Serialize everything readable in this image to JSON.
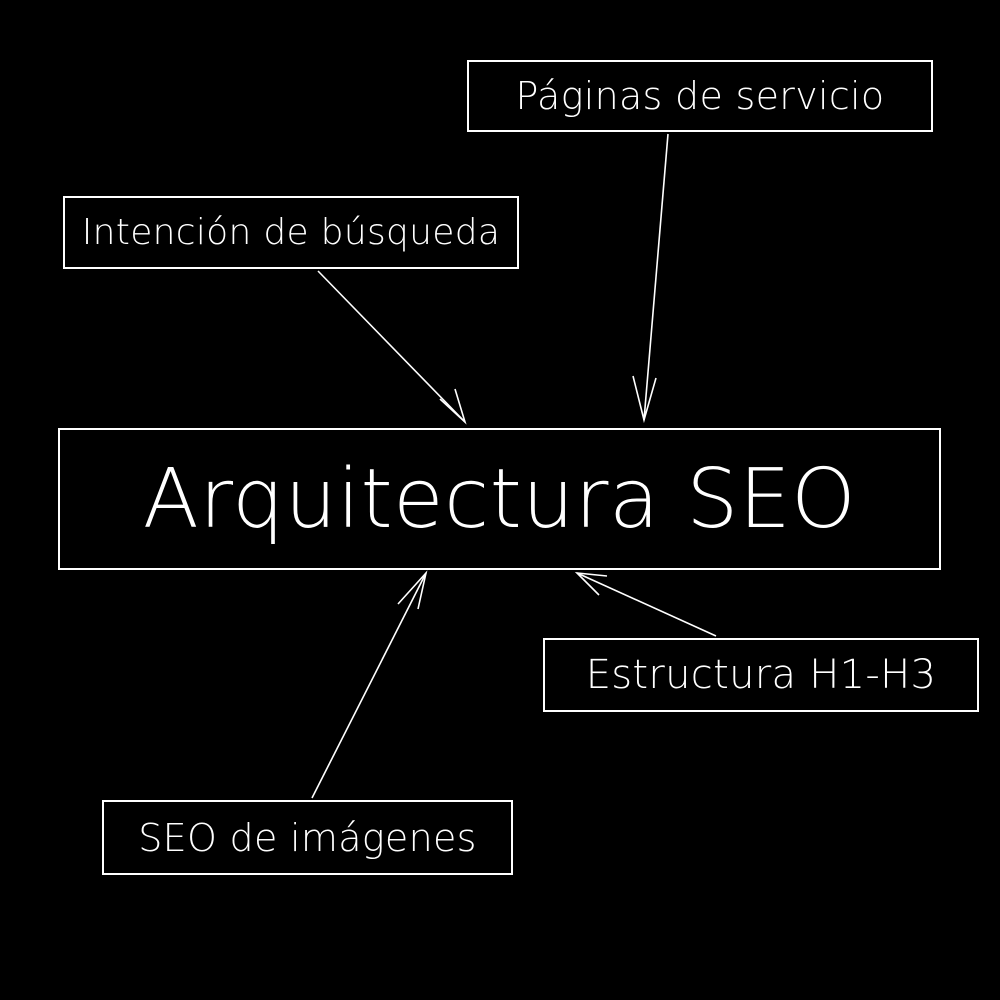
{
  "diagram": {
    "central": {
      "label": "Arquitectura SEO"
    },
    "nodes": [
      {
        "id": "paginas",
        "label": "Páginas de servicio"
      },
      {
        "id": "intencion",
        "label": "Intención de búsqueda"
      },
      {
        "id": "estructura",
        "label": "Estructura H1-H3"
      },
      {
        "id": "imagenes",
        "label": "SEO de imágenes"
      }
    ],
    "edges": [
      {
        "from": "paginas",
        "to": "central"
      },
      {
        "from": "intencion",
        "to": "central"
      },
      {
        "from": "estructura",
        "to": "central"
      },
      {
        "from": "imagenes",
        "to": "central"
      }
    ]
  },
  "colors": {
    "background": "#000000",
    "foreground": "#ffffff"
  }
}
